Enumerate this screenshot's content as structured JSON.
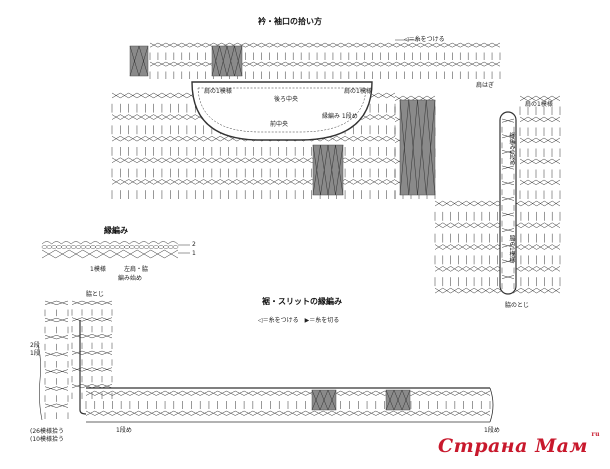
{
  "diagram1": {
    "title": "衿・袖口の拾い方",
    "attach_yarn": "◁＝糸をつける",
    "shoulder_right": "肩の1模様",
    "shoulder_left": "肩の1模様",
    "back_center": "後ろ中央",
    "front_center": "前中央",
    "edging_row": "縁編み\n1段め",
    "shoulder_seam": "肩はぎ",
    "sleeve_label": "肩の1模様",
    "side_edging": "縁編み1段め",
    "side_seam": "脇のとじ",
    "sleeve_pattern": "脇の1模様"
  },
  "diagram2": {
    "title": "縁編み",
    "row2": "2",
    "row1": "1",
    "pattern_unit": "1模様",
    "shoulder_side": "左肩・脇",
    "start": "編み始め"
  },
  "diagram3": {
    "title": "裾・スリットの縁編み",
    "legend": "◁＝糸をつける　▶＝糸を切る",
    "side_seam": "脇とじ",
    "rows2": "2段",
    "rows1": "1段",
    "pick_up_26": "(26模様拾う",
    "pick_up_10": "(10模様拾う",
    "row1_left": "1段め",
    "row1_right": "1段め"
  },
  "watermark": {
    "text": "Страна Мам",
    "suffix": "ru"
  }
}
